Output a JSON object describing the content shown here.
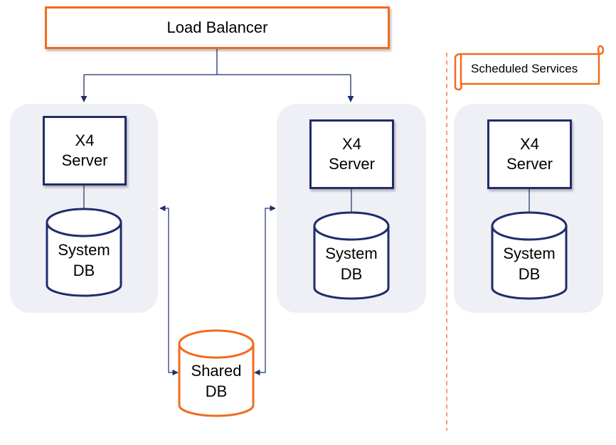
{
  "diagram": {
    "load_balancer": {
      "label": "Load Balancer"
    },
    "scheduled_services": {
      "label": "Scheduled Services"
    },
    "nodes": [
      {
        "server": {
          "line1": "X4",
          "line2": "Server"
        },
        "db": {
          "line1": "System",
          "line2": "DB"
        }
      },
      {
        "server": {
          "line1": "X4",
          "line2": "Server"
        },
        "db": {
          "line1": "System",
          "line2": "DB"
        }
      },
      {
        "server": {
          "line1": "X4",
          "line2": "Server"
        },
        "db": {
          "line1": "System",
          "line2": "DB"
        }
      }
    ],
    "shared_db": {
      "line1": "Shared",
      "line2": "DB"
    },
    "colors": {
      "accent_orange": "#f26b1d",
      "server_navy": "#1f2d6b",
      "panel_gray": "#eef0f5"
    }
  }
}
